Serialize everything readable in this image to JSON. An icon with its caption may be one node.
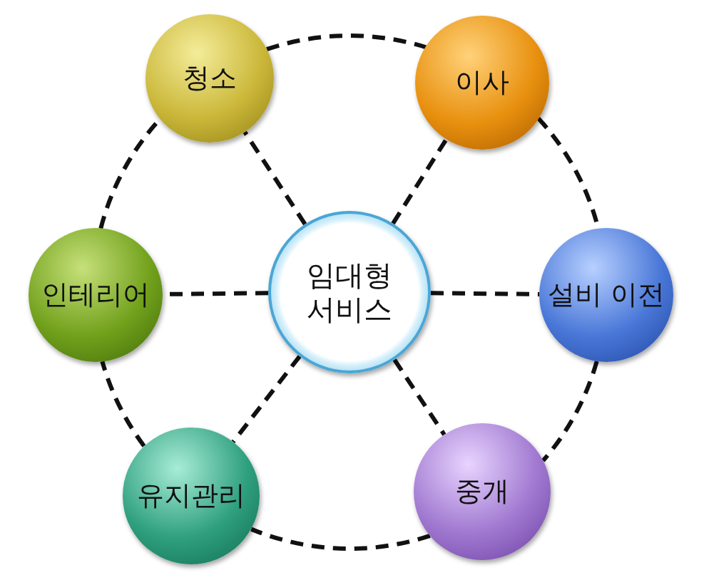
{
  "diagram": {
    "nodes": [
      {
        "text": [
          "청소"
        ]
      },
      {
        "text": [
          "이사"
        ]
      },
      {
        "text": [
          "인테리어"
        ]
      },
      {
        "text": [
          "임대형 서비스"
        ]
      },
      {
        "text": [
          "설비 이전"
        ]
      },
      {
        "text": [
          "유지관리"
        ]
      },
      {
        "text": [
          "중개"
        ]
      }
    ],
    "edges": [
      {
        "from": 3,
        "to": 0,
        "arrow": "none",
        "style": "dashed"
      },
      {
        "from": 3,
        "to": 1,
        "arrow": "none",
        "style": "dashed"
      },
      {
        "from": 3,
        "to": 2,
        "arrow": "none",
        "style": "dashed"
      },
      {
        "from": 3,
        "to": 4,
        "arrow": "none",
        "style": "dashed"
      },
      {
        "from": 3,
        "to": 5,
        "arrow": "none",
        "style": "dashed"
      },
      {
        "from": 3,
        "to": 6,
        "arrow": "none",
        "style": "dashed"
      },
      {
        "from": 0,
        "to": 1,
        "arrow": "none",
        "style": "dashed"
      },
      {
        "from": 1,
        "to": 4,
        "arrow": "none",
        "style": "dashed"
      },
      {
        "from": 4,
        "to": 6,
        "arrow": "none",
        "style": "dashed"
      },
      {
        "from": 6,
        "to": 5,
        "arrow": "none",
        "style": "dashed"
      },
      {
        "from": 5,
        "to": 2,
        "arrow": "none",
        "style": "dashed"
      },
      {
        "from": 2,
        "to": 0,
        "arrow": "none",
        "style": "dashed"
      }
    ]
  }
}
